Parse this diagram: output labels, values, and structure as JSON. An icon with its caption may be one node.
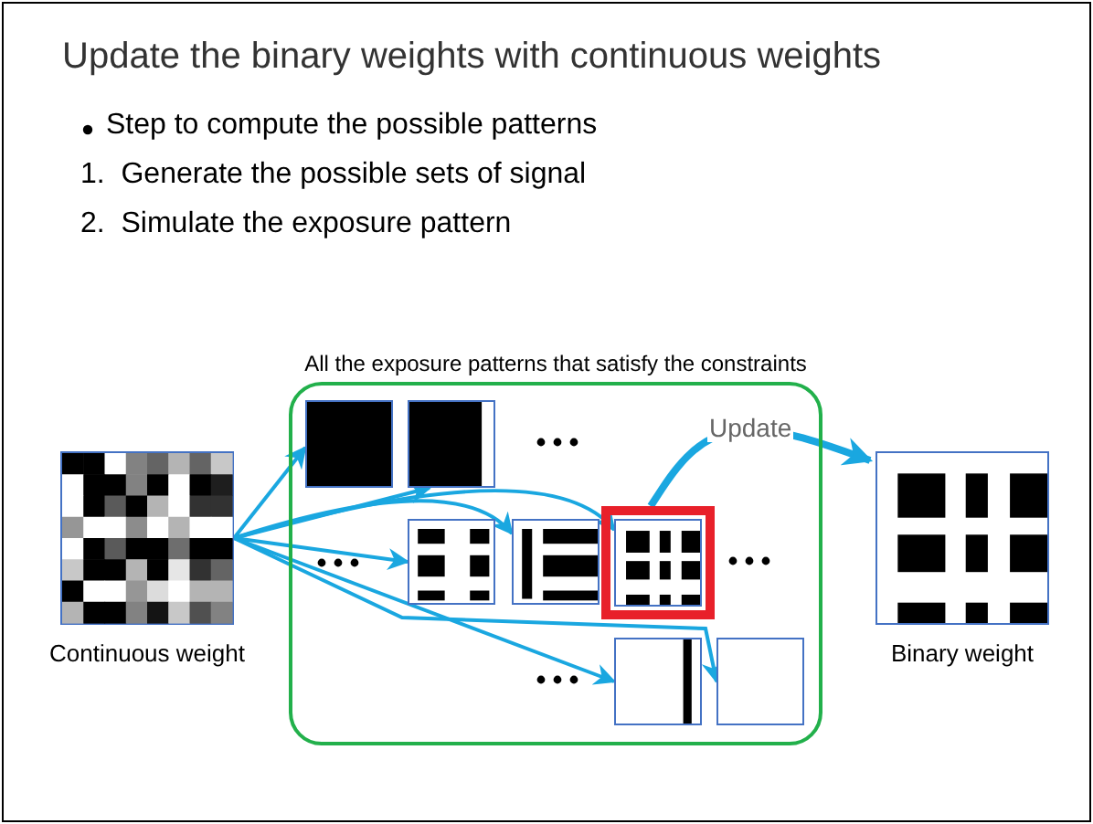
{
  "diagram": {
    "title": "Update the binary weights with continuous weights",
    "nodes": [
      {
        "text": [
          "Continuous weight"
        ]
      },
      {
        "text": [
          "All the exposure patterns that satisfy the constraints"
        ]
      },
      {
        "text": [],
        "shape": "box",
        "in": 1
      },
      {
        "text": [],
        "shape": "box",
        "in": 1
      },
      {
        "text": [],
        "shape": "box",
        "in": 1
      },
      {
        "text": [],
        "shape": "box",
        "in": 1
      },
      {
        "text": [],
        "shape": "box",
        "in": 1
      },
      {
        "text": [],
        "shape": "box",
        "in": 6
      },
      {
        "text": [],
        "shape": "box",
        "in": 1
      },
      {
        "text": [],
        "shape": "box",
        "in": 1
      },
      {
        "text": [
          "Binary weight"
        ]
      }
    ],
    "edges": [
      {
        "from": 0,
        "to": 2,
        "arrow": "to"
      },
      {
        "from": 0,
        "to": 3,
        "arrow": "to"
      },
      {
        "from": 0,
        "to": 4,
        "arrow": "to"
      },
      {
        "from": 0,
        "to": 5,
        "arrow": "to"
      },
      {
        "from": 0,
        "to": 7,
        "arrow": "to"
      },
      {
        "from": 0,
        "to": 8,
        "arrow": "to"
      },
      {
        "from": 0,
        "to": 9,
        "arrow": "to"
      },
      {
        "from": 6,
        "to": 10,
        "arrow": "to",
        "label": "Update",
        "style": "thick"
      }
    ],
    "labels": [
      "Step to compute the possible patterns",
      "1.  Generate the possible sets of signal",
      "2.  Simulate the exposure pattern"
    ]
  }
}
